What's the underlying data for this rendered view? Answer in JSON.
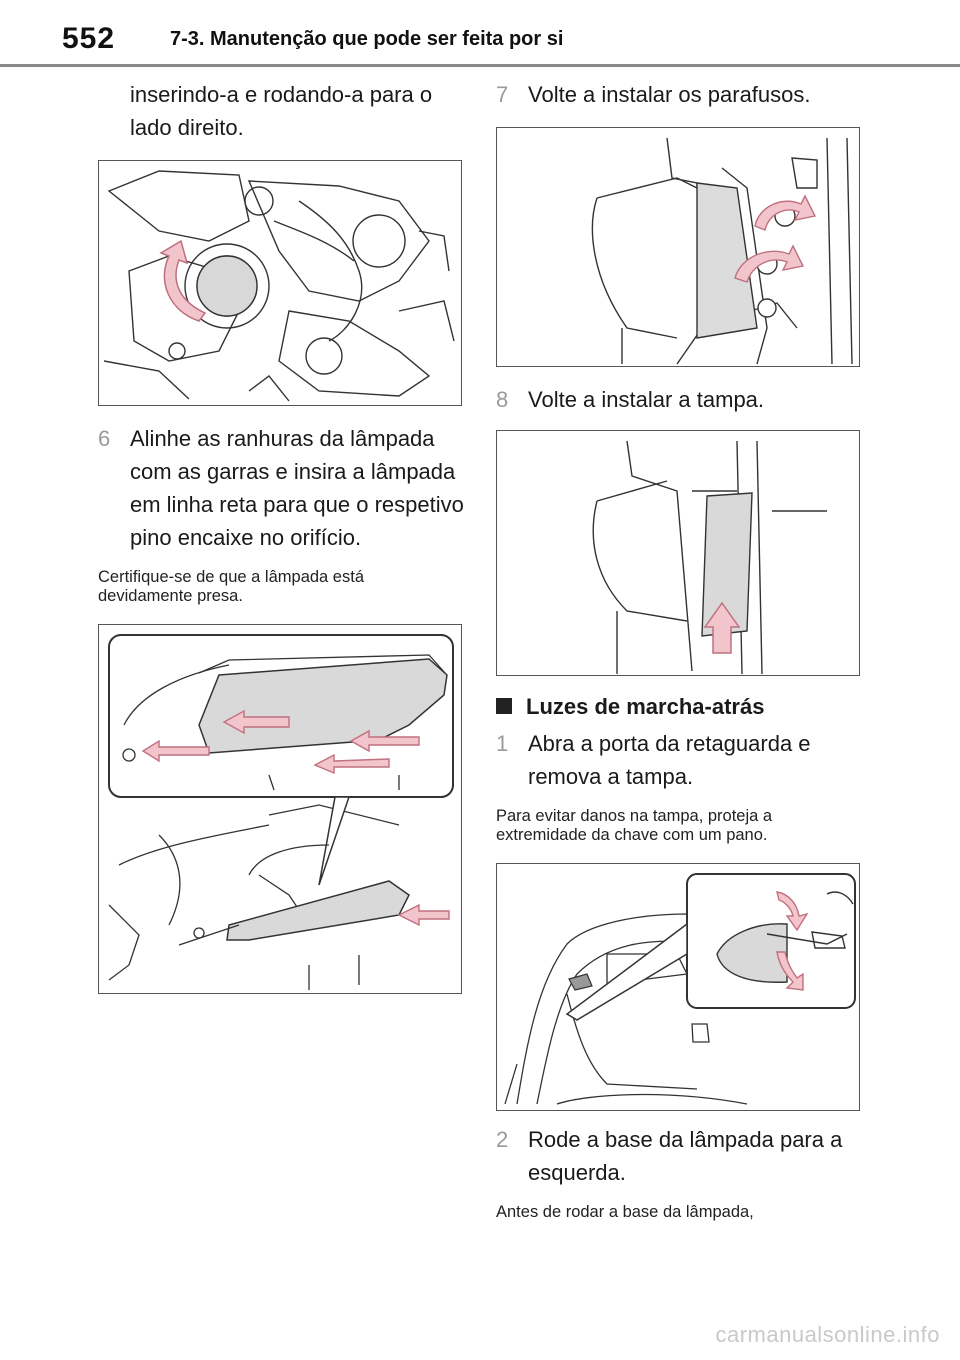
{
  "header": {
    "page_number": "552",
    "section_title": "7-3. Manutenção que pode ser feita por si"
  },
  "left": {
    "continued_text": "inserindo-a e rodando-a para o lado direito.",
    "step6": {
      "num": "6",
      "text": "Alinhe as ranhuras da lâmpada com as garras e insira a lâmpada em linha reta para que o respetivo pino encaixe no orifício."
    },
    "step6_note": "Certifique-se de que a lâmpada está devidamente presa."
  },
  "right": {
    "step7": {
      "num": "7",
      "text": "Volte a instalar os parafusos."
    },
    "step8": {
      "num": "8",
      "text": "Volte a instalar a tampa."
    },
    "heading": "Luzes de marcha-atrás",
    "step1": {
      "num": "1",
      "text": "Abra a porta da retaguarda e remova a tampa."
    },
    "step1_note": "Para evitar danos na tampa, proteja a extremidade da chave com um pano.",
    "step2": {
      "num": "2",
      "text": "Rode a base da lâmpada para a esquerda."
    },
    "step2_note": "Antes de rodar a base da lâmpada,"
  },
  "watermark": "carmanualsonline.info",
  "colors": {
    "arrow_fill": "#f2c4cc",
    "arrow_stroke": "#c0707e",
    "line": "#333333"
  }
}
